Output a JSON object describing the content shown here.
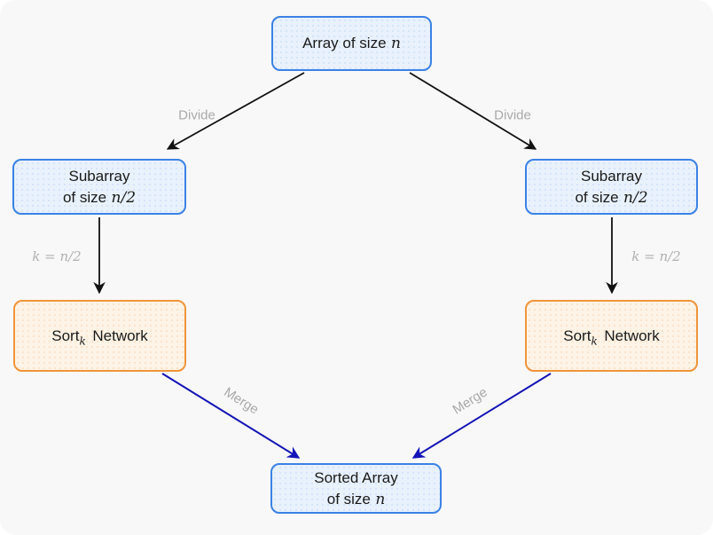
{
  "colors": {
    "background": "#f8f8f8",
    "blue_border": "#3b82e6",
    "blue_fill": "#e9f1fc",
    "orange_border": "#f0953a",
    "orange_fill": "#fdf3e6",
    "black_edge": "#111111",
    "navy_edge": "#1414b8",
    "label_gray": "#a9a9a9"
  },
  "nodes": {
    "array": {
      "text": "Array of size",
      "math": "n"
    },
    "subarray_left": {
      "line1": "Subarray",
      "line2_text": "of size",
      "line2_math": "n/2"
    },
    "subarray_right": {
      "line1": "Subarray",
      "line2_text": "of size",
      "line2_math": "n/2"
    },
    "sort_left": {
      "text1": "Sort",
      "sub": "k",
      "text2": "Network"
    },
    "sort_right": {
      "text1": "Sort",
      "sub": "k",
      "text2": "Network"
    },
    "sorted": {
      "line1": "Sorted Array",
      "line2_text": "of size",
      "line2_math": "n"
    }
  },
  "edges": {
    "divide_left": {
      "label": "Divide"
    },
    "divide_right": {
      "label": "Divide"
    },
    "k_left": {
      "label": "k = n/2"
    },
    "k_right": {
      "label": "k = n/2"
    },
    "merge_left": {
      "label": "Merge"
    },
    "merge_right": {
      "label": "Merge"
    }
  }
}
